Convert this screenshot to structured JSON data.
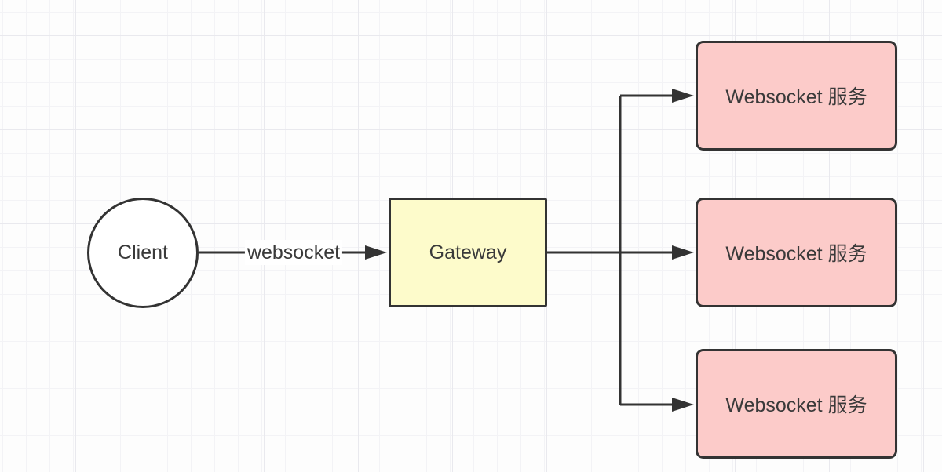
{
  "diagram": {
    "nodes": {
      "client": {
        "label": "Client",
        "shape": "circle",
        "fill": "#ffffff"
      },
      "gateway": {
        "label": "Gateway",
        "shape": "rectangle",
        "fill": "#fdfbcb"
      },
      "services": [
        {
          "label": "Websocket 服务",
          "fill": "#fccbc9"
        },
        {
          "label": "Websocket 服务",
          "fill": "#fccbc9"
        },
        {
          "label": "Websocket 服务",
          "fill": "#fccbc9"
        }
      ]
    },
    "edges": {
      "client_to_gateway_label": "websocket"
    },
    "colors": {
      "stroke": "#333333",
      "text": "#3a3a3a",
      "canvas_background": "#fdfdfd",
      "grid_minor": "#f3f3f6",
      "grid_major": "#e9e9ee",
      "label_background": "#ffffff"
    }
  }
}
